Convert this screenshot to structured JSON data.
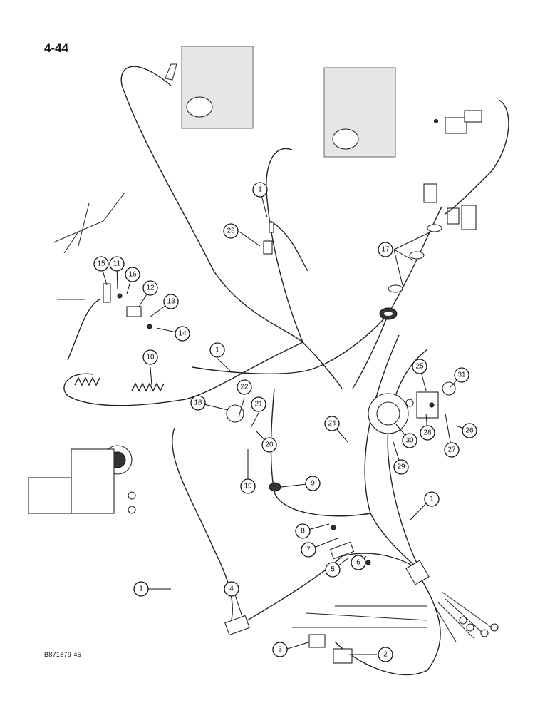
{
  "page_number": "4-44",
  "figure_code": "B871879-45",
  "callouts": [
    {
      "label": "1"
    },
    {
      "label": "1"
    },
    {
      "label": "1"
    },
    {
      "label": "1"
    },
    {
      "label": "2"
    },
    {
      "label": "3"
    },
    {
      "label": "4"
    },
    {
      "label": "5"
    },
    {
      "label": "6"
    },
    {
      "label": "7"
    },
    {
      "label": "8"
    },
    {
      "label": "9"
    },
    {
      "label": "10"
    },
    {
      "label": "11"
    },
    {
      "label": "12"
    },
    {
      "label": "13"
    },
    {
      "label": "14"
    },
    {
      "label": "15"
    },
    {
      "label": "16"
    },
    {
      "label": "17"
    },
    {
      "label": "18"
    },
    {
      "label": "19"
    },
    {
      "label": "20"
    },
    {
      "label": "21"
    },
    {
      "label": "22"
    },
    {
      "label": "23"
    },
    {
      "label": "24"
    },
    {
      "label": "25"
    },
    {
      "label": "26"
    },
    {
      "label": "27"
    },
    {
      "label": "28"
    },
    {
      "label": "29"
    },
    {
      "label": "30"
    },
    {
      "label": "31"
    }
  ]
}
